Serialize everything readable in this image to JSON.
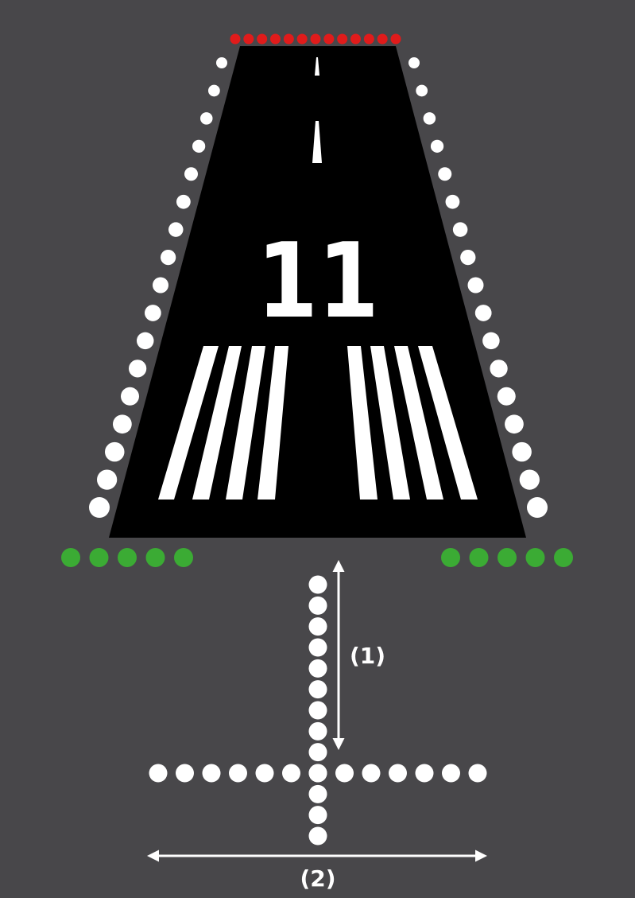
{
  "diagram": {
    "runway": {
      "designator": "11",
      "threshold_bar_count": 8,
      "centerline_dash_count": 2
    },
    "lights": {
      "runway_end_count": 13,
      "edge_count_per_side": 17,
      "threshold_count_per_side": 5,
      "approach_centerline_count": 13,
      "crossbar_count": 13
    },
    "dimension_labels": {
      "vertical": "(1)",
      "horizontal": "(2)"
    },
    "colors": {
      "background": "#48474a",
      "runway_surface": "#000000",
      "markings": "#ffffff",
      "runway_end_lights": "#e01b1b",
      "threshold_lights": "#3bab34",
      "edge_and_approach_lights": "#ffffff"
    }
  }
}
